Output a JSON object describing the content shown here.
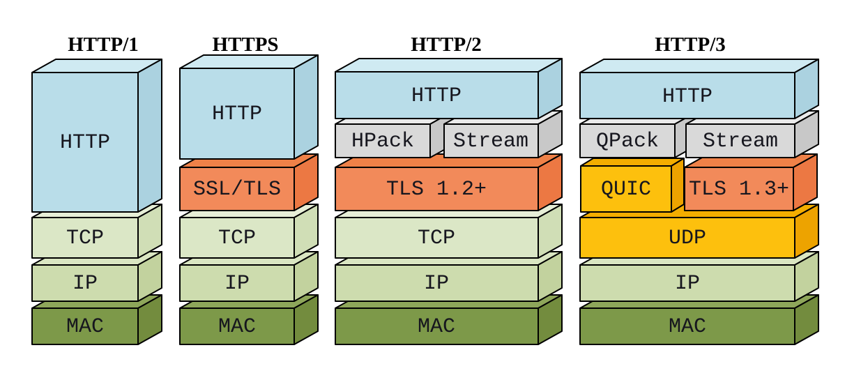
{
  "colors": {
    "http": {
      "front": "#b9dde9",
      "top": "#cfeaf2",
      "side": "#abd2e0"
    },
    "framing": {
      "front": "#d9d9d9",
      "top": "#eaeaea",
      "side": "#c8c8c8"
    },
    "tls": {
      "front": "#f28a5a",
      "top": "#ef8148",
      "side": "#ec7843"
    },
    "quic": {
      "front": "#fdc00d",
      "top": "#f3ad00",
      "side": "#eda300"
    },
    "tcp": {
      "front": "#dbe7c6",
      "top": "#e7efd7",
      "side": "#d0deb6"
    },
    "ip": {
      "front": "#cddcae",
      "top": "#dae6c2",
      "side": "#c2d29e"
    },
    "mac": {
      "front": "#7d9949",
      "top": "#8ea65a",
      "side": "#738c3e"
    }
  },
  "stacks": {
    "http1": {
      "title": "HTTP/1",
      "http": "HTTP",
      "tcp": "TCP",
      "ip": "IP",
      "mac": "MAC"
    },
    "https": {
      "title": "HTTPS",
      "http": "HTTP",
      "ssl_tls": "SSL/TLS",
      "tcp": "TCP",
      "ip": "IP",
      "mac": "MAC"
    },
    "http2": {
      "title": "HTTP/2",
      "http": "HTTP",
      "hpack": "HPack",
      "stream": "Stream",
      "tls": "TLS 1.2+",
      "tcp": "TCP",
      "ip": "IP",
      "mac": "MAC"
    },
    "http3": {
      "title": "HTTP/3",
      "http": "HTTP",
      "qpack": "QPack",
      "stream": "Stream",
      "quic": "QUIC",
      "tls": "TLS 1.3+",
      "udp": "UDP",
      "ip": "IP",
      "mac": "MAC"
    }
  }
}
